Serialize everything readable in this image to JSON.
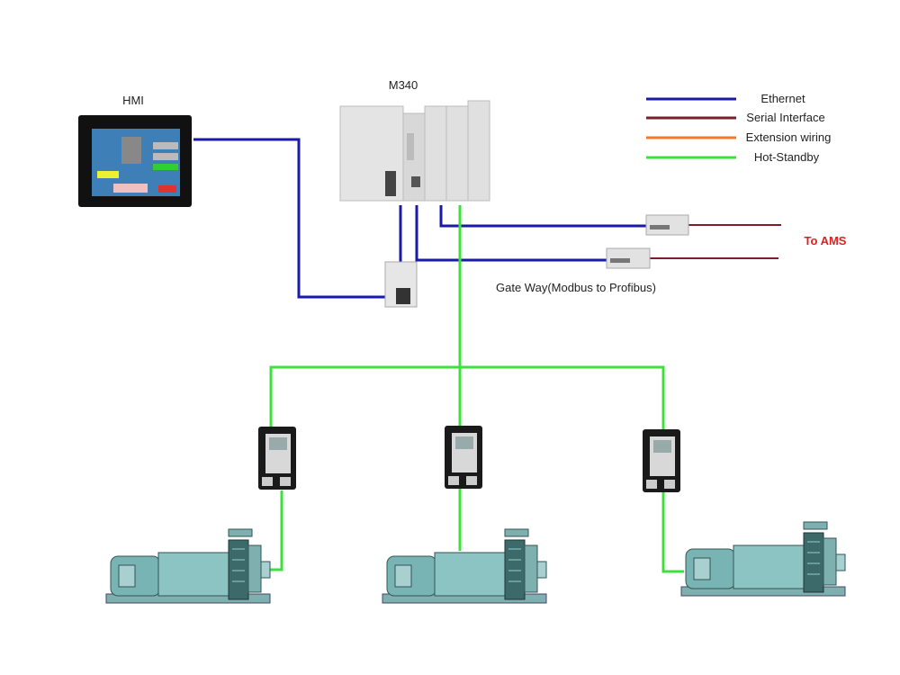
{
  "labels": {
    "hmi": "HMI",
    "plc": "M340",
    "gateway": "Gate Way(Modbus to Profibus)",
    "to_ams": "To AMS"
  },
  "legend": [
    {
      "label": "Ethernet",
      "color": "#1a1aa8"
    },
    {
      "label": "Serial Interface",
      "color": "#7a1f2a"
    },
    {
      "label": "Extension wiring",
      "color": "#f07a2a"
    },
    {
      "label": "Hot-Standby",
      "color": "#3ee03e"
    }
  ],
  "colors": {
    "to_ams": "#e02020"
  }
}
